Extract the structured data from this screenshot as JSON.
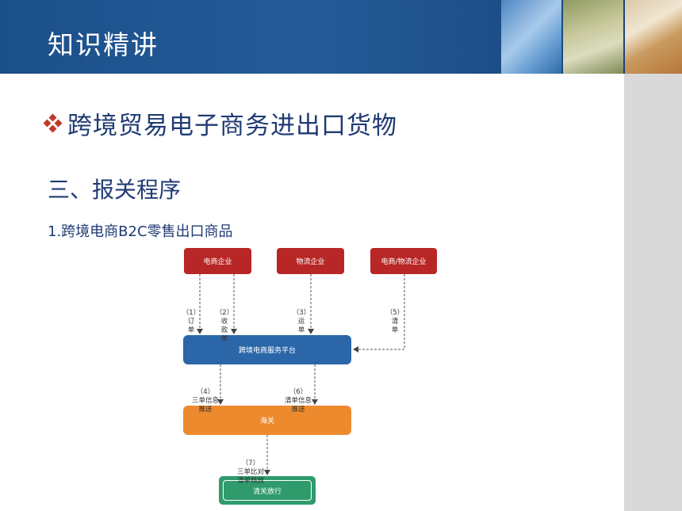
{
  "header": {
    "title": "知识精讲"
  },
  "bullet_title": "跨境贸易电子商务进出口货物",
  "section_heading": "三、报关程序",
  "sub_heading": "1.跨境电商B2C零售出口商品",
  "diagram": {
    "nodes": {
      "ecommerce_company": "电商企业",
      "logistics_company": "物流企业",
      "ecommerce_logistics_company": "电商/物流企业",
      "platform": "跨境电商服务平台",
      "customs": "海关",
      "clearance": "清关放行"
    },
    "edges": [
      {
        "id": "e1",
        "num": "（1）",
        "text": "订\n单"
      },
      {
        "id": "e2",
        "num": "（2）",
        "text": "收\n款\n单"
      },
      {
        "id": "e3",
        "num": "（3）",
        "text": "运\n单"
      },
      {
        "id": "e5",
        "num": "（5）",
        "text": "清\n单"
      },
      {
        "id": "e4",
        "num": "（4）",
        "text": "三单信息\n推送"
      },
      {
        "id": "e6",
        "num": "（6）",
        "text": "清单信息\n推送"
      },
      {
        "id": "e7",
        "num": "（7）",
        "text": "三单比对\n清单核放"
      }
    ]
  },
  "colors": {
    "header": "#1b4f8a",
    "red_node": "#b82626",
    "blue_node": "#2b67a8",
    "orange_node": "#ee8a2e",
    "green_node": "#2f9b6d",
    "text": "#1f3b73",
    "bullet": "#c0392b"
  }
}
